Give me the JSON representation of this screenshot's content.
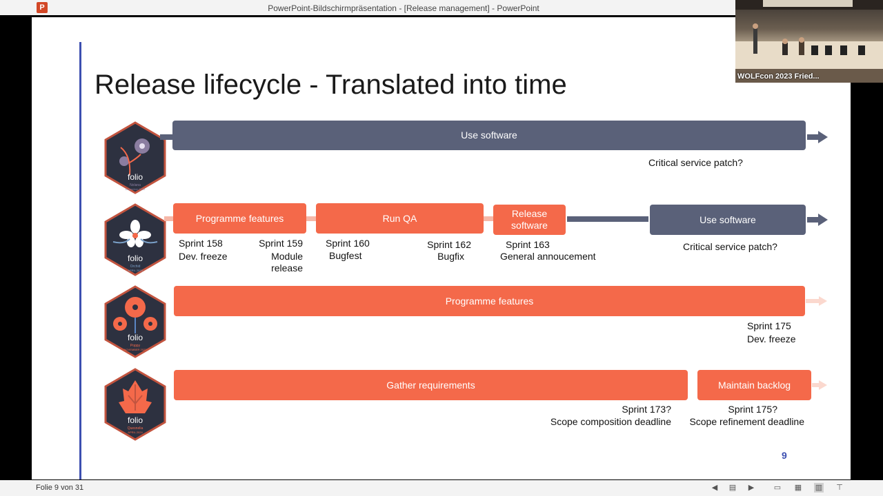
{
  "window": {
    "title": "PowerPoint-Bildschirmpräsentation - [Release management] - PowerPoint",
    "app_icon": "powerpoint-icon",
    "app_icon_glyph": "P"
  },
  "slide": {
    "title": "Release lifecycle - Translated into time",
    "page_number": "9",
    "rows": [
      {
        "logo": {
          "name": "folio",
          "release": "Nolana",
          "date": "December 2022",
          "icon": "nolana-flower-icon"
        },
        "bars": {
          "use_software": "Use software"
        },
        "notes": {
          "critical": "Critical service patch?"
        }
      },
      {
        "logo": {
          "name": "folio",
          "release": "Orchid",
          "date": "APRIL 2023",
          "icon": "orchid-flower-icon"
        },
        "bars": {
          "programme_features": "Programme features",
          "run_qa": "Run QA",
          "release_software": "Release software",
          "use_software": "Use software"
        },
        "notes": {
          "s158": "Sprint 158",
          "s158b": "Dev. freeze",
          "s159": "Sprint 159",
          "s159b": "Module",
          "s159c": "release",
          "s160": "Sprint 160",
          "s160b": "Bugfest",
          "s162": "Sprint 162",
          "s162b": "Bugfix",
          "s163": "Sprint 163",
          "s163b": "General annoucement",
          "critical": "Critical service patch?"
        }
      },
      {
        "logo": {
          "name": "folio",
          "release": "Poppy",
          "date": "NOVEMBER 2023",
          "icon": "poppy-flower-icon"
        },
        "bars": {
          "programme_features": "Programme features"
        },
        "notes": {
          "s175": "Sprint 175",
          "s175b": "Dev. freeze"
        }
      },
      {
        "logo": {
          "name": "folio",
          "release": "Quesnelia",
          "date": "APRIL 2024",
          "icon": "quesnelia-flower-icon"
        },
        "bars": {
          "gather": "Gather requirements",
          "maintain": "Maintain backlog"
        },
        "notes": {
          "s173": "Sprint 173?",
          "s173b": "Scope composition deadline",
          "s175": "Sprint 175?",
          "s175b": "Scope refinement deadline"
        }
      }
    ]
  },
  "statusbar": {
    "slide_counter": "Folie 9 von 31",
    "icons": [
      "previous-icon",
      "slides-overview-icon",
      "next-icon",
      "reading-view-icon",
      "slide-sorter-icon",
      "normal-view-icon",
      "presenter-view-icon"
    ]
  },
  "webcam": {
    "caption": "WOLFcon 2023 Fried..."
  },
  "colors": {
    "slate": "#5a6179",
    "coral": "#f4694a",
    "accent": "#3d4fb0",
    "hex_dark": "#2d3140",
    "hex_border": "#c2543f"
  }
}
